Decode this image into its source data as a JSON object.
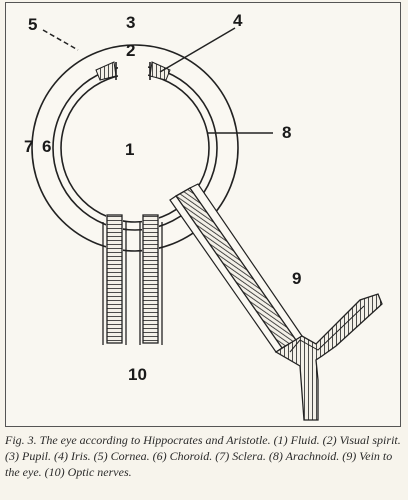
{
  "figure": {
    "labels": {
      "l1": "1",
      "l2": "2",
      "l3": "3",
      "l4": "4",
      "l5": "5",
      "l6": "6",
      "l7": "7",
      "l8": "8",
      "l9": "9",
      "l10": "10"
    }
  },
  "caption": {
    "text": "Fig. 3. The eye according to Hippocrates and Aristotle. (1) Fluid. (2) Visual spirit. (3) Pupil. (4) Iris. (5) Cornea. (6) Choroid. (7) Sclera. (8) Arachnoid. (9) Vein to the eye. (10) Optic nerves."
  }
}
